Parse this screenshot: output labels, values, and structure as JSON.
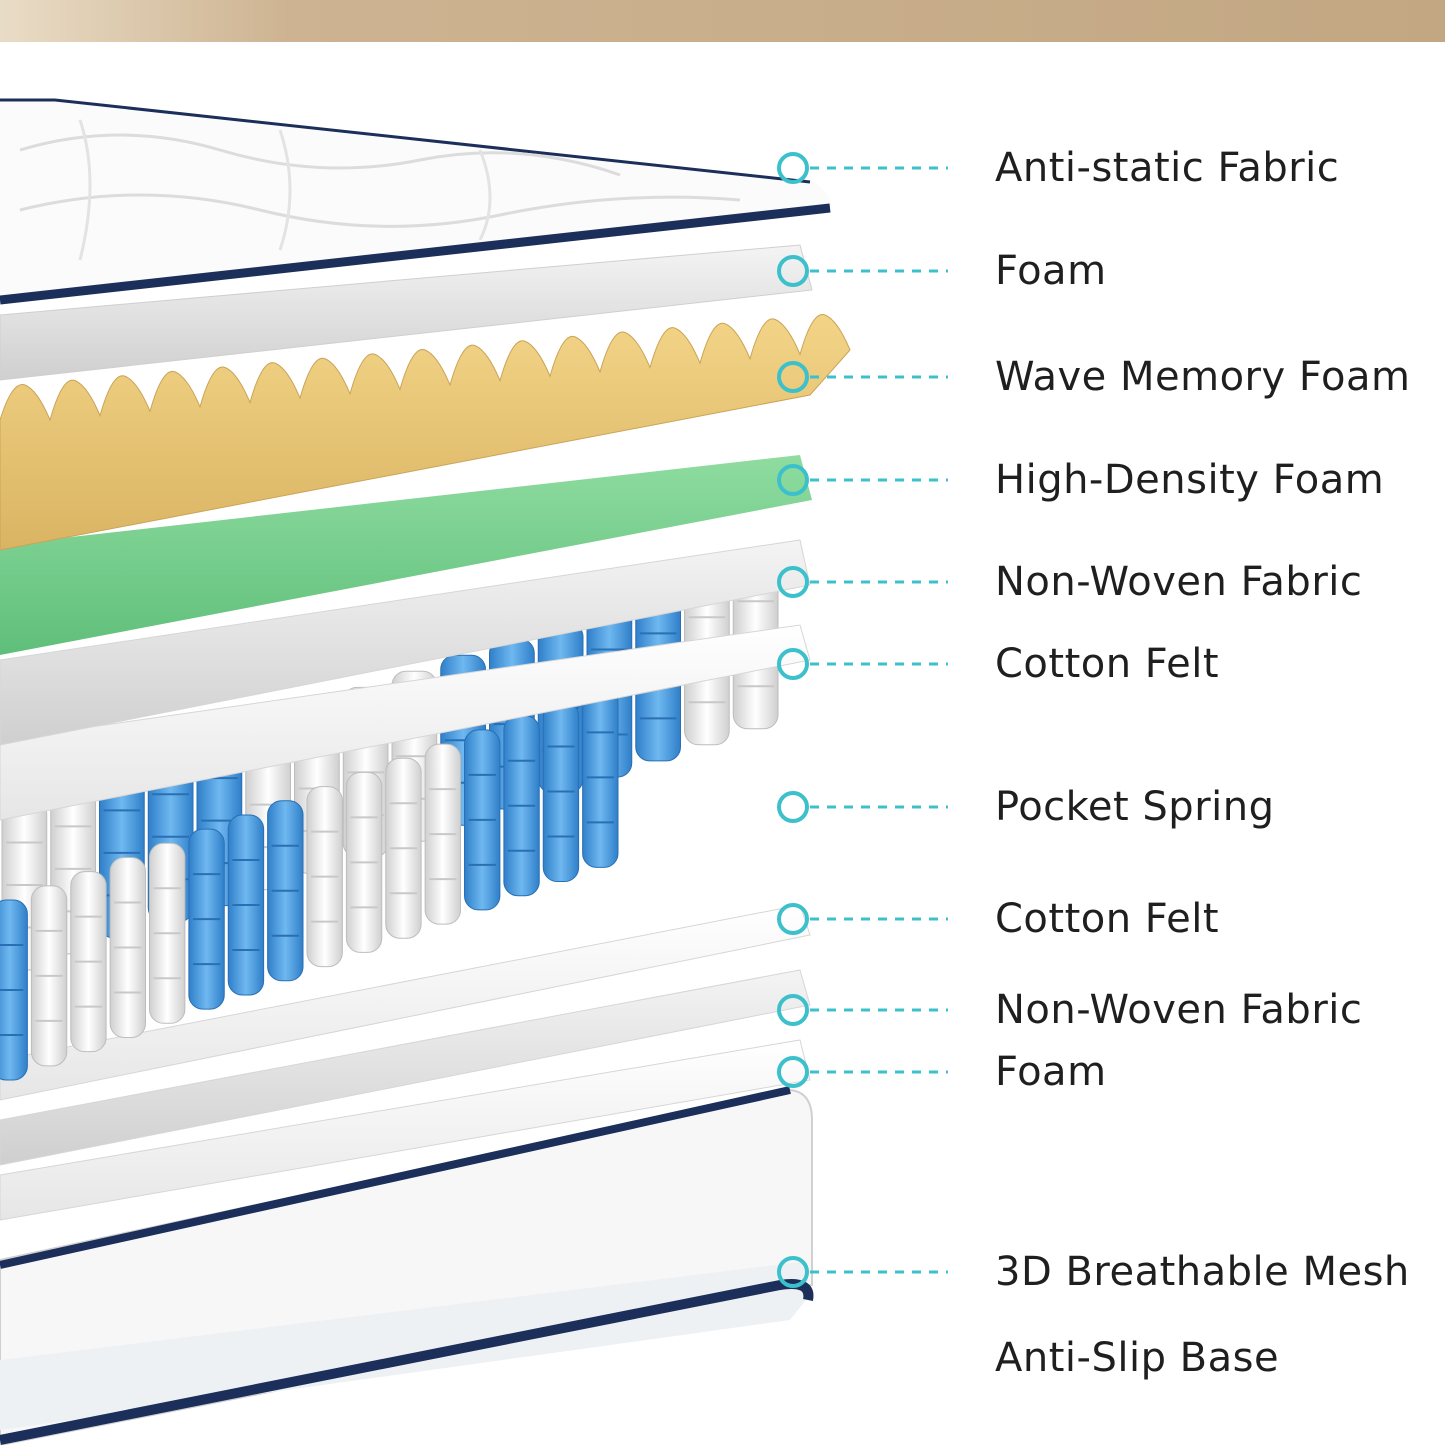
{
  "colors": {
    "accent": "#3cc0cc",
    "navy": "#1c2f5a",
    "wave": "#e8c36f",
    "green": "#76d08f",
    "spring_blue": "#4a9ee0",
    "spring_white": "#f2f2f2",
    "wall": "#c8ac89"
  },
  "layers": [
    {
      "label": "Anti-static Fabric",
      "icon": "ring-marker-icon"
    },
    {
      "label": "Foam",
      "icon": "ring-marker-icon"
    },
    {
      "label": "Wave Memory Foam",
      "icon": "ring-marker-icon"
    },
    {
      "label": "High-Density Foam",
      "icon": "ring-marker-icon"
    },
    {
      "label": "Non-Woven Fabric",
      "icon": "ring-marker-icon"
    },
    {
      "label": "Cotton Felt",
      "icon": "ring-marker-icon"
    },
    {
      "label": "Pocket Spring",
      "icon": "ring-marker-icon"
    },
    {
      "label": "Cotton Felt",
      "icon": "ring-marker-icon"
    },
    {
      "label": "Non-Woven Fabric",
      "icon": "ring-marker-icon"
    },
    {
      "label": "Foam",
      "icon": "ring-marker-icon"
    },
    {
      "label": "3D Breathable Mesh",
      "icon": "ring-marker-icon"
    },
    {
      "label": "Anti-Slip Base",
      "icon": "none"
    }
  ]
}
